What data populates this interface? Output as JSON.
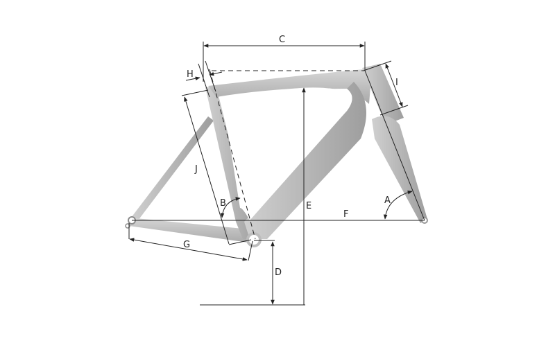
{
  "diagram": {
    "type": "bicycle-frame-geometry",
    "frame_color": "#c8c8c8",
    "frame_shade": "#b0b0b0",
    "line_color": "#222222",
    "background": "#ffffff",
    "labels": {
      "A": "A",
      "B": "B",
      "C": "C",
      "D": "D",
      "E": "E",
      "F": "F",
      "G": "G",
      "H": "H",
      "I": "I",
      "J": "J"
    }
  }
}
